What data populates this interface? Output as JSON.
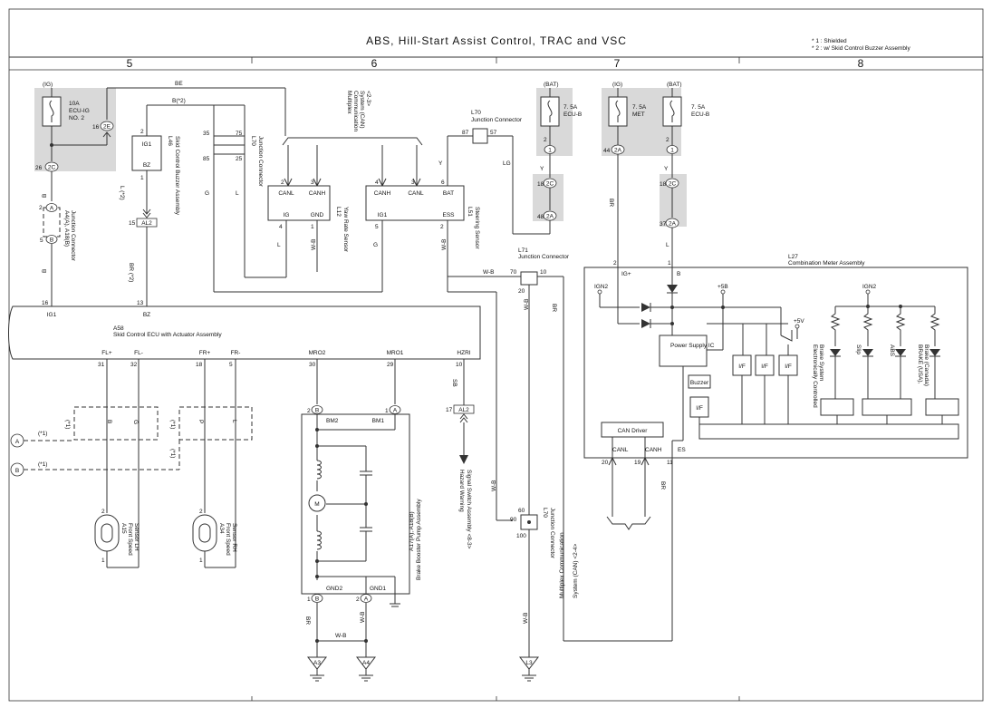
{
  "title": "ABS, Hill-Start Assist Control, TRAC and VSC",
  "notes": [
    "* 1 : Shielded",
    "* 2 : w/ Skid Control Buzzer Assembly"
  ],
  "columns": [
    "5",
    "6",
    "7",
    "8"
  ],
  "fuses": {
    "ecu_ig": {
      "amp": "10A",
      "name1": "ECU-IG",
      "name2": "NO. 2",
      "supply": "(IG)"
    },
    "ecu_b1": {
      "amp": "7. 5A",
      "name": "ECU-B",
      "supply": "(BAT)"
    },
    "met": {
      "amp": "7. 5A",
      "name": "MET",
      "supply": "(IG)"
    },
    "ecu_b2": {
      "amp": "7. 5A",
      "name": "ECU-B",
      "supply": "(BAT)"
    }
  },
  "components": {
    "a58": {
      "code": "A58",
      "name": "Skid Control ECU with Actuator Assembly"
    },
    "l27": {
      "code": "L27",
      "name": "Combination Meter Assembly"
    },
    "l46": {
      "code": "L46",
      "name": "Skid Control Buzzer Assembly"
    },
    "l12": {
      "code": "L12",
      "name": "Yaw Rate Sensor"
    },
    "l51": {
      "code": "L51",
      "name": "Steering Sensor"
    },
    "l70a": {
      "code": "L70",
      "name": "Junction Connector"
    },
    "l70b": {
      "code": "L70",
      "name": "Junction Connector"
    },
    "l70c": {
      "code": "L70",
      "name": "Junction Connector"
    },
    "l71": {
      "code": "L71",
      "name": "Junction Connector"
    },
    "a4a": {
      "code": "A4(A), A18(B)",
      "name": "Junction Connector"
    },
    "a15": {
      "code": "A15",
      "name1": "Front Speed",
      "name2": "Sensor LH"
    },
    "a34": {
      "code": "A34",
      "name1": "Front Speed",
      "name2": "Sensor RH"
    },
    "pump": {
      "code": "A17(A), A18(B)",
      "name": "Brake Booster Pump Assembly"
    },
    "hazard": {
      "name1": "Hazard Warning",
      "name2": "Signal Switch Assembly <8-3>"
    },
    "mcs_top": {
      "line1": "Multiplex",
      "line2": "Communication",
      "line3": "System (CAN)",
      "line4": "<2-3>"
    },
    "mcs_bottom": {
      "line1": "Multiplex Communication",
      "line2": "System (CAN) <2-4>"
    }
  },
  "pins": {
    "a58": {
      "ig1": "IG1",
      "bz": "BZ",
      "fl_p": "FL+",
      "fl_m": "FL-",
      "fr_p": "FR+",
      "fr_m": "FR-",
      "mro2": "MRO2",
      "mro1": "MRO1",
      "hzri": "HZRI",
      "n16": "16",
      "n13": "13",
      "n31": "31",
      "n32": "32",
      "n18": "18",
      "n5": "5",
      "n30": "30",
      "n29": "29",
      "n10": "10"
    },
    "l12": {
      "canl": "CANL",
      "canh": "CANH",
      "ig": "IG",
      "gnd": "GND",
      "n2": "2",
      "n3": "3",
      "n4": "4",
      "n1": "1"
    },
    "l51": {
      "canh": "CANH",
      "canl": "CANL",
      "bat": "BAT",
      "ig1": "IG1",
      "ess": "ESS",
      "n4": "4",
      "n3": "3",
      "n6": "6",
      "n5": "5",
      "n2": "2"
    },
    "l46": {
      "ig1": "IG1",
      "bz": "BZ",
      "n2": "2",
      "n1": "1"
    },
    "pump": {
      "bm2": "BM2",
      "bm1": "BM1",
      "gnd2": "GND2",
      "gnd1": "GND1",
      "m": "M"
    },
    "l27": {
      "igp": "IG+",
      "b": "B",
      "ign2a": "IGN2",
      "p5b": "+5B",
      "p5v": "+5V",
      "ign2b": "IGN2",
      "canl": "CANL",
      "canh": "CANH",
      "es": "ES",
      "n20": "20",
      "n19": "19",
      "n11": "11",
      "n2": "2",
      "n1": "1"
    }
  },
  "connectors": {
    "c2e": "2E",
    "c2c": "2C",
    "c2a": "2A",
    "cal2": "AL2",
    "c1": "1",
    "cA": "A",
    "cB": "B",
    "n16": "16",
    "n26": "26",
    "n15": "15",
    "n17": "17",
    "n44": "44",
    "n18": "18",
    "n48": "48",
    "n37": "37",
    "n2": "2",
    "n35": "35",
    "n75": "75",
    "n85": "85",
    "n25": "25",
    "n87": "87",
    "n57": "57",
    "n70": "70",
    "n10": "10",
    "n20": "20",
    "n60": "60",
    "n90": "90",
    "n100": "100",
    "n5": "5"
  },
  "wire_colors": {
    "be": "BE",
    "b2": "B(*2)",
    "b": "B",
    "g": "G",
    "l": "L",
    "wb": "W-B",
    "y": "Y",
    "lg": "LG",
    "br": "BR",
    "sb": "SB",
    "p": "P",
    "br2": "BR (*2)",
    "l2": "L (*2)"
  },
  "ground_points": [
    "A3",
    "A4",
    "L3"
  ],
  "terminals": [
    "A",
    "B"
  ],
  "shield_note": "(*1)",
  "meter_blocks": {
    "power_supply": "Power Supply IC",
    "buzzer": "Buzzer",
    "can_driver": "CAN Driver",
    "if": "I/F"
  },
  "indicators": [
    {
      "name1": "Electronically Controlled",
      "name2": "Brake System"
    },
    {
      "name1": "Slip",
      "name2": ""
    },
    {
      "name1": "ABS",
      "name2": ""
    },
    {
      "name1": "BRAKE (USA),",
      "name2": "Brake (Canada)"
    }
  ]
}
